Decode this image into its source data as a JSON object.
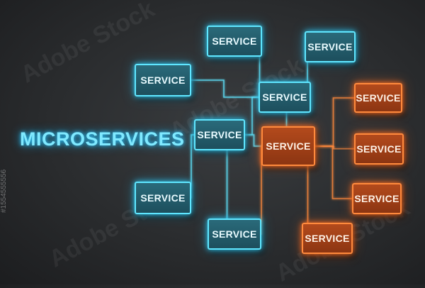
{
  "title": "MICROSERVICES",
  "watermark": "Adobe Stock",
  "image_id": "#1554555556",
  "colors": {
    "teal": "#5fe6ff",
    "orange": "#ff8a3d"
  },
  "nodes": [
    {
      "id": "n1",
      "label": "SERVICE",
      "tone": "teal"
    },
    {
      "id": "n2",
      "label": "SERVICE",
      "tone": "teal"
    },
    {
      "id": "n3",
      "label": "SERVICE",
      "tone": "teal"
    },
    {
      "id": "n4",
      "label": "SERVICE",
      "tone": "teal"
    },
    {
      "id": "n5",
      "label": "SERVICE",
      "tone": "teal"
    },
    {
      "id": "n6",
      "label": "SERVICE",
      "tone": "teal"
    },
    {
      "id": "n7",
      "label": "SERVICE",
      "tone": "teal"
    },
    {
      "id": "n8",
      "label": "SERVICE",
      "tone": "orange"
    },
    {
      "id": "n9",
      "label": "SERVICE",
      "tone": "orange"
    },
    {
      "id": "n10",
      "label": "SERVICE",
      "tone": "orange"
    },
    {
      "id": "n11",
      "label": "SERVICE",
      "tone": "orange"
    },
    {
      "id": "n12",
      "label": "SERVICE",
      "tone": "orange"
    }
  ],
  "edges": [
    [
      "n1",
      "n4"
    ],
    [
      "n2",
      "n4"
    ],
    [
      "n3",
      "n4"
    ],
    [
      "n4",
      "n5"
    ],
    [
      "n4",
      "n8"
    ],
    [
      "n5",
      "n6"
    ],
    [
      "n5",
      "n7"
    ],
    [
      "n5",
      "n8"
    ],
    [
      "n8",
      "n9"
    ],
    [
      "n8",
      "n10"
    ],
    [
      "n8",
      "n11"
    ],
    [
      "n8",
      "n12"
    ],
    [
      "n8",
      "n7"
    ]
  ]
}
